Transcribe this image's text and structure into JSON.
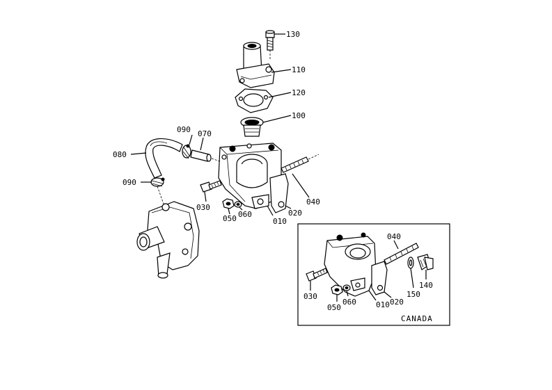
{
  "parts": {
    "p130": "130",
    "p110": "110",
    "p120": "120",
    "p100": "100",
    "p090_top": "090",
    "p070": "070",
    "p080": "080",
    "p090_bottom": "090",
    "p030": "030",
    "p050": "050",
    "p060": "060",
    "p010": "010",
    "p020": "020",
    "p040": "040"
  },
  "inset": {
    "p040": "040",
    "p030": "030",
    "p050": "050",
    "p060": "060",
    "p010": "010",
    "p020": "020",
    "p150": "150",
    "p140": "140",
    "region_label": "CANADA"
  },
  "colors": {
    "line": "#000000",
    "background": "#ffffff"
  }
}
